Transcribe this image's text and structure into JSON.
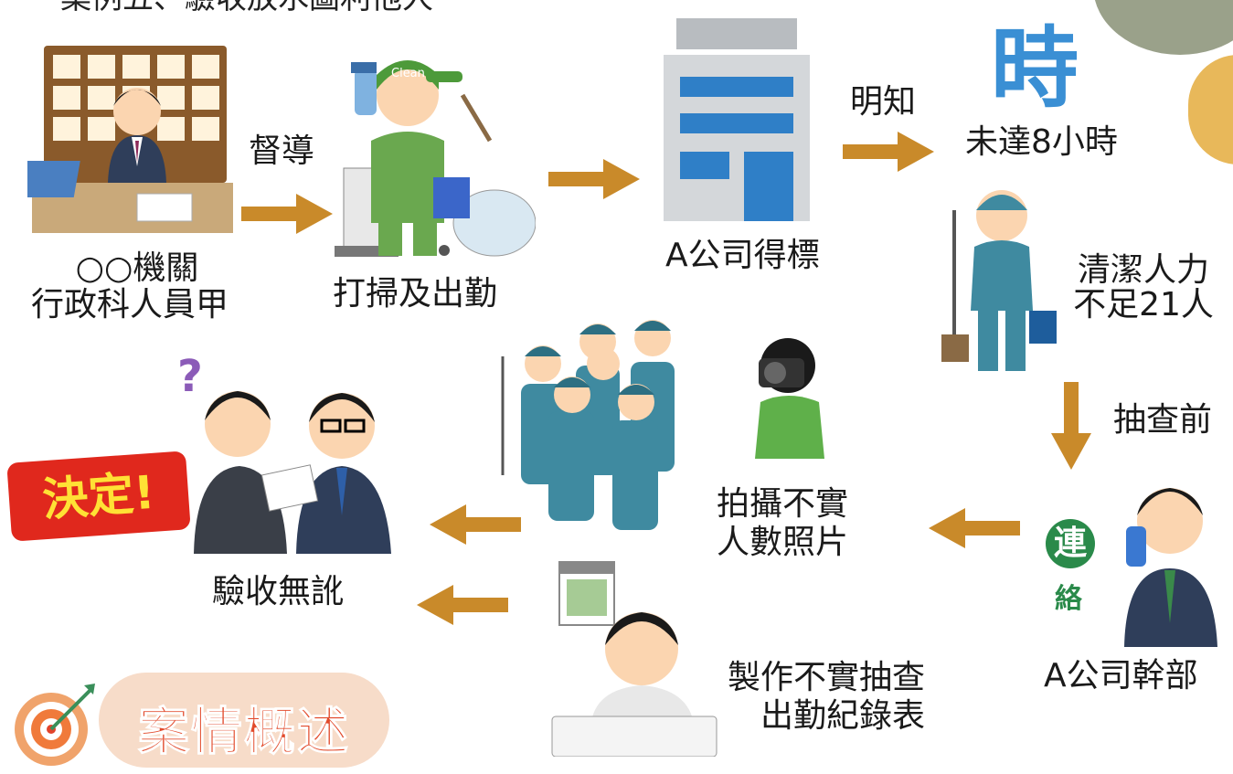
{
  "top_banner": "案例五、驗收放水圖利他人",
  "labels": {
    "agency_a": "○○機關",
    "agency_b": "行政科人員甲",
    "supervise": "督導",
    "cleaning": "打掃及出勤",
    "won": "A公司得標",
    "knowing": "明知",
    "time_icon": "時",
    "under_hours": "未達8小時",
    "staff_a": "清潔人力",
    "staff_b": "不足21人",
    "before_check": "抽查前",
    "contact_a": "連",
    "contact_b": "絡",
    "company_cadre": "A公司幹部",
    "photo_a": "拍攝不實",
    "photo_b": "人數照片",
    "record_a": "製作不實抽查",
    "record_b": "出勤紀錄表",
    "decision": "決定!",
    "question": "?",
    "accept": "驗收無訛",
    "cap_text": "Clean",
    "summary": "案情概述"
  },
  "colors": {
    "arrow": "#c98a2a",
    "summary_bg": "#f7dcc9",
    "summary_text": "#e24a2b",
    "accent_olive": "#9aa18a",
    "accent_gold": "#e8b85a",
    "worker_blue": "#3f8aa0",
    "cleaner_green": "#6aa84f"
  }
}
